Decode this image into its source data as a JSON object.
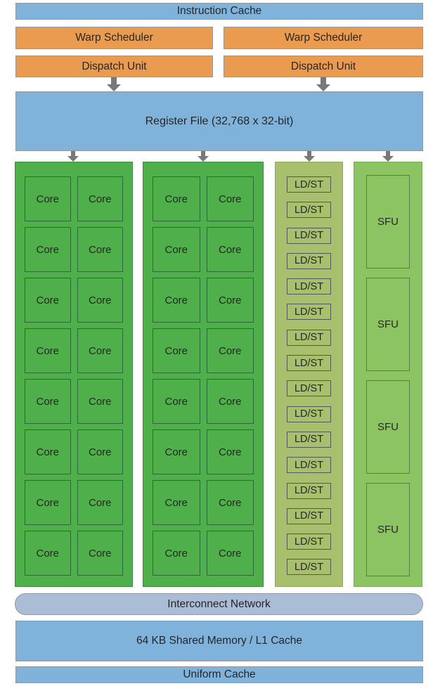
{
  "blocks": {
    "instruction_cache": "Instruction Cache",
    "warp_scheduler_left": "Warp Scheduler",
    "warp_scheduler_right": "Warp Scheduler",
    "dispatch_unit_left": "Dispatch Unit",
    "dispatch_unit_right": "Dispatch Unit",
    "register_file": "Register File (32,768 x 32-bit)",
    "interconnect_network": "Interconnect Network",
    "shared_memory": "64 KB Shared Memory / L1 Cache",
    "uniform_cache": "Uniform Cache"
  },
  "units": {
    "core": {
      "label": "Core",
      "columns": 2,
      "rows_per_column": 8,
      "cols_per_column": 2,
      "total": 32
    },
    "ldst": {
      "label": "LD/ST",
      "count": 16
    },
    "sfu": {
      "label": "SFU",
      "count": 4
    }
  },
  "colors": {
    "bar-blue": "#7FB3DC",
    "bar-orange": "#EA9B50",
    "bar-border-gray": "#95989B",
    "core-green": "#4FAF4B",
    "core-col-border": "#3D8C40",
    "core-box-border": "#2C6B33",
    "ldst-olive": "#A8BF6E",
    "ldst-col-border": "#93A95E",
    "ldst-box-border": "#54585A",
    "sfu-green": "#8CC464",
    "sfu-col-border": "#79AC55",
    "sfu-box-border": "#5F7B4D",
    "interconnect-gray-blue": "#AABCD6",
    "arrow-gray": "#77787B",
    "text-dark": "#262626"
  }
}
